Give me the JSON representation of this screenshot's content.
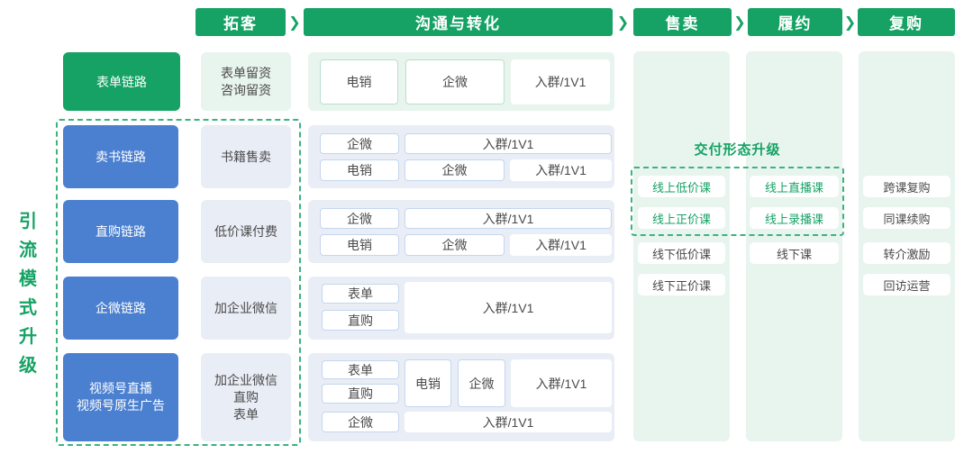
{
  "colors": {
    "brand_green": "#15A264",
    "dashed_green": "#3CB37E",
    "panel_light_green": "#E8F4EE",
    "brand_blue": "#4B80D0",
    "panel_light_blue": "#E9EDF6",
    "text_dark": "#4A4A4A"
  },
  "stages": [
    "拓客",
    "沟通与转化",
    "售卖",
    "履约",
    "复购"
  ],
  "stage_chevron": "❯",
  "left_label": {
    "text": "引流模式升级",
    "chars": [
      "引",
      "流",
      "模",
      "式",
      "升",
      "级"
    ]
  },
  "rows": {
    "form": {
      "channel": "表单链路",
      "tactic_lines": [
        "表单留资",
        "咨询留资"
      ],
      "steps": [
        "电销",
        "企微",
        "入群/1V1"
      ]
    },
    "book": {
      "channel": "卖书链路",
      "tactic": "书籍售卖",
      "line_a": [
        "企微",
        "入群/1V1"
      ],
      "line_b": [
        "电销",
        "企微",
        "入群/1V1"
      ]
    },
    "direct": {
      "channel": "直购链路",
      "tactic": "低价课付费",
      "line_a": [
        "企微",
        "入群/1V1"
      ],
      "line_b": [
        "电销",
        "企微",
        "入群/1V1"
      ]
    },
    "wecom": {
      "channel": "企微链路",
      "tactic": "加企业微信",
      "left_stack": [
        "表单",
        "直购"
      ],
      "main": "入群/1V1"
    },
    "video": {
      "channel_lines": [
        "视频号直播",
        "视频号原生广告"
      ],
      "tactic_lines": [
        "加企业微信",
        "直购",
        "表单"
      ],
      "left_stack": [
        "表单",
        "直购",
        "企微"
      ],
      "mid": [
        "电销",
        "企微",
        "入群/1V1"
      ],
      "bottom": "入群/1V1"
    }
  },
  "delivery": {
    "title": "交付形态升级",
    "sale_column": [
      "线上低价课",
      "线上正价课",
      "线下低价课",
      "线下正价课"
    ],
    "fulfill_column": [
      "线上直播课",
      "线上录播课",
      "线下课"
    ],
    "rebuy_column": [
      "跨课复购",
      "同课续购",
      "转介激励",
      "回访运营"
    ]
  }
}
